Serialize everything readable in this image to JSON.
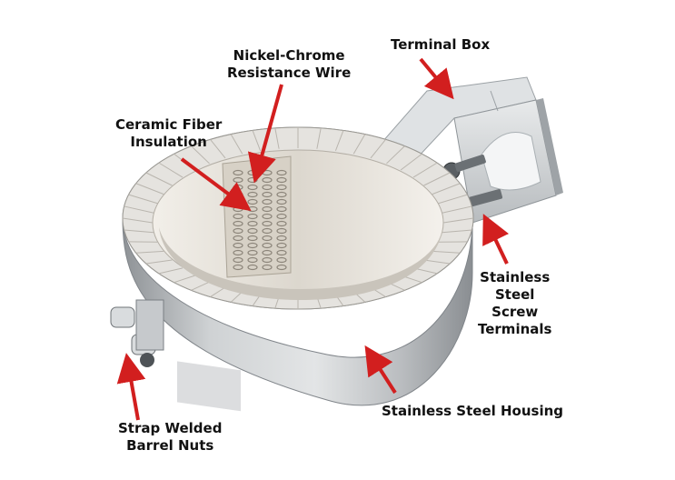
{
  "diagram": {
    "labels": {
      "terminal_box": "Terminal Box",
      "nickel_chrome_line1": "Nickel-Chrome",
      "nickel_chrome_line2": "Resistance Wire",
      "ceramic_fiber_line1": "Ceramic Fiber",
      "ceramic_fiber_line2": "Insulation",
      "stainless_screw_line1": "Stainless",
      "stainless_screw_line2": "Steel",
      "stainless_screw_line3": "Screw",
      "stainless_screw_line4": "Terminals",
      "housing": "Stainless Steel Housing",
      "barrel_nuts_line1": "Strap Welded",
      "barrel_nuts_line2": "Barrel Nuts"
    },
    "colors": {
      "arrow": "#d21f1f",
      "label_text": "#111111",
      "housing": "#c9ccce",
      "ceramic": "#e7e3dc",
      "background": "#ffffff"
    }
  }
}
